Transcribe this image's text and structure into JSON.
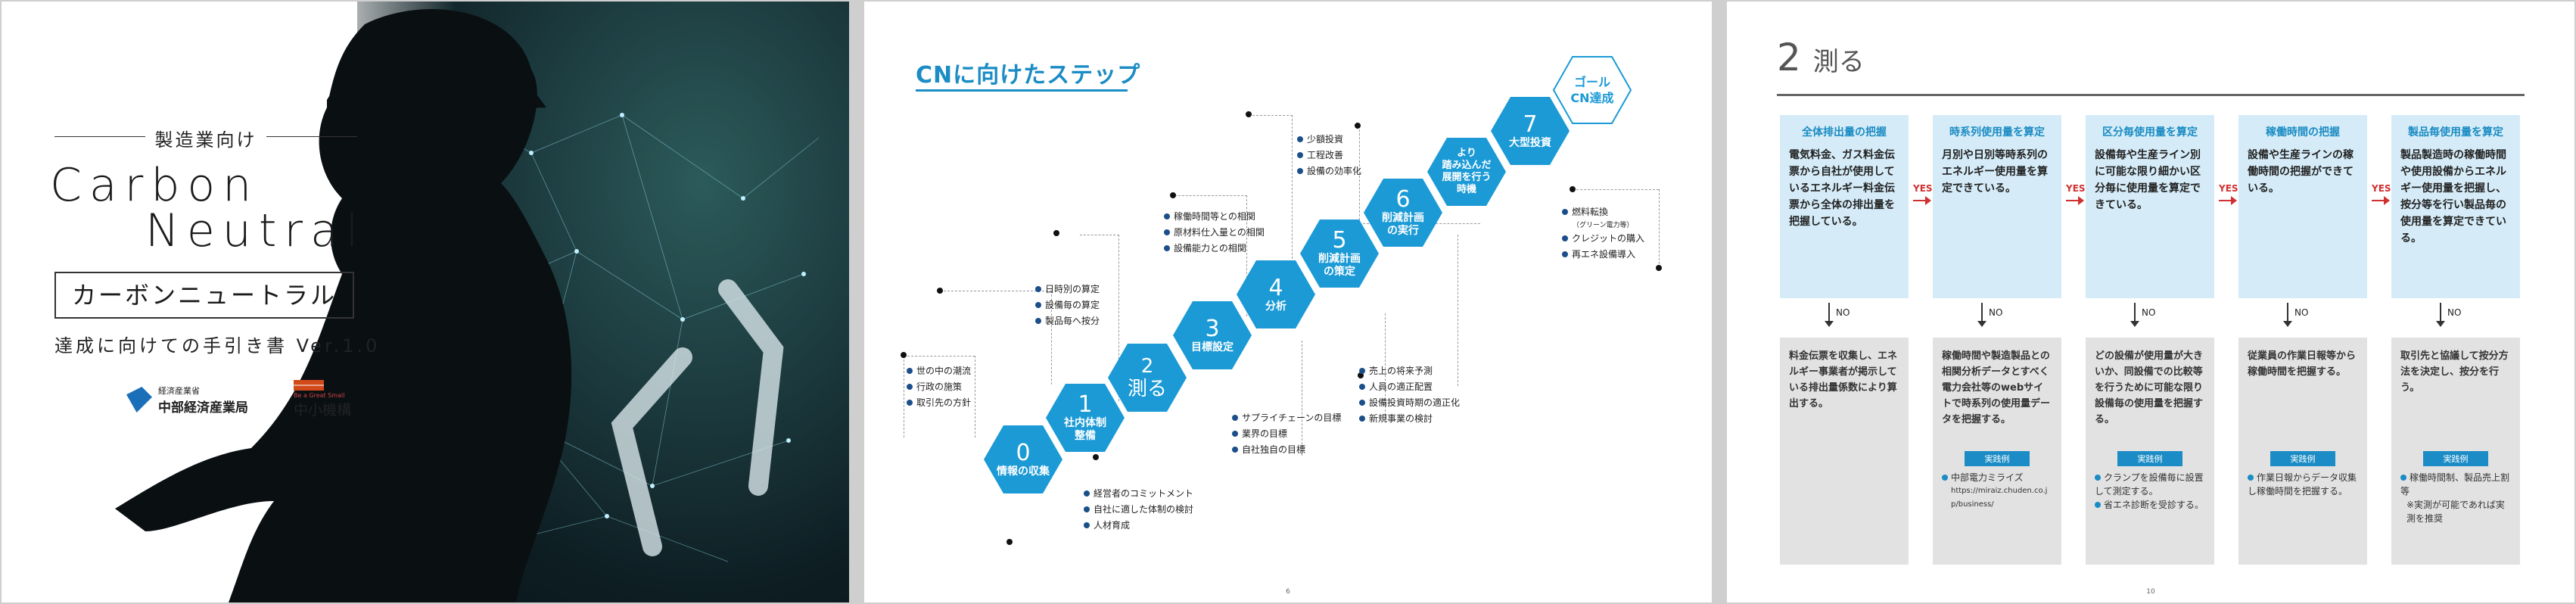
{
  "cover": {
    "tagline": "製造業向け",
    "title_line1": "Carbon",
    "title_line2": "Neutral",
    "title_jp": "カーボンニュートラル",
    "subtitle": "達成に向けての手引き書 Ver.1.0",
    "logo1_small": "経済産業省",
    "logo1_name": "中部経済産業局",
    "logo2_small": "Be a Great Small",
    "logo2_name": "中小機構"
  },
  "steps_page": {
    "title": "CNに向けたステップ",
    "page_number": "6",
    "hexes": [
      {
        "num": "0",
        "label": "情報の収集"
      },
      {
        "num": "1",
        "label": "社内体制\n整備"
      },
      {
        "num": "",
        "label": "2\n測る"
      },
      {
        "num": "3",
        "label": "目標設定"
      },
      {
        "num": "4",
        "label": "分析"
      },
      {
        "num": "5",
        "label": "削減計画\nの策定"
      },
      {
        "num": "6",
        "label": "削減計画\nの実行"
      },
      {
        "num": "",
        "label": "より\n踏み込んだ\n展開を行う\n時機"
      },
      {
        "num": "7",
        "label": "大型投資"
      }
    ],
    "goal": "ゴール\nCN達成",
    "lists": {
      "s0": [
        "世の中の潮流",
        "行政の施策",
        "取引先の方針"
      ],
      "s1": [
        "経営者のコミットメント",
        "自社に適した体制の検討",
        "人材育成"
      ],
      "s2": [
        "日時別の算定",
        "設備毎の算定",
        "製品毎へ按分"
      ],
      "s3": [
        "サプライチェーンの目標",
        "業界の目標",
        "自社独自の目標"
      ],
      "s4": [
        "稼働時間等との相関",
        "原材料仕入量との相関",
        "設備能力との相関"
      ],
      "s5": [
        "売上の将来予測",
        "人員の適正配置",
        "設備投資時期の適正化",
        "新規事業の検討"
      ],
      "s6": [
        "少額投資",
        "工程改善",
        "設備の効率化"
      ],
      "s7": [
        "燃料転換",
        "クレジットの購入",
        "再エネ設備導入"
      ],
      "s7_note": "（グリーン電力等）"
    }
  },
  "measure_page": {
    "title_num": "2",
    "title_text": "測る",
    "page_number": "10",
    "yes_label": "YES",
    "no_label": "NO",
    "example_label": "実践例",
    "columns": [
      {
        "head": "全体排出量の把握",
        "body": "電気料金、ガス料金伝票から自社が使用しているエネルギー料金伝票から全体の排出量を把握している。",
        "action": "料金伝票を収集し、エネルギー事業者が掲示している排出量係数により算出する。",
        "examples": []
      },
      {
        "head": "時系列使用量を算定",
        "body": "月別や日別等時系列のエネルギー使用量を算定できている。",
        "action": "稼働時間や製造製品との相関分析データとすべく電力会社等のwebサイトで時系列の使用量データを把握する。",
        "examples": [
          "中部電力ミライズ"
        ],
        "url": "https://miraiz.chuden.co.jp/business/"
      },
      {
        "head": "区分毎使用量を算定",
        "body": "設備毎や生産ライン別に可能な限り細かい区分毎に使用量を算定できている。",
        "action": "どの設備が使用量が大きいか、同設備での比較等を行うために可能な限り設備毎の使用量を把握する。",
        "examples": [
          "クランプを設備毎に設置して測定する。",
          "省エネ診断を受診する。"
        ]
      },
      {
        "head": "稼働時間の把握",
        "body": "設備や生産ラインの稼働時間の把握ができている。",
        "action": "従業員の作業日報等から稼働時間を把握する。",
        "examples": [
          "作業日報からデータ収集し稼働時間を把握する。"
        ]
      },
      {
        "head": "製品毎使用量を算定",
        "body": "製品製造時の稼働時間や使用設備からエネルギー使用量を把握し、按分等を行い製品毎の使用量を算定できている。",
        "action": "取引先と協議して按分方法を決定し、按分を行う。",
        "examples": [
          "稼働時間制、製品売上割等"
        ],
        "note": "※実測が可能であれば実測を推奨"
      }
    ]
  }
}
